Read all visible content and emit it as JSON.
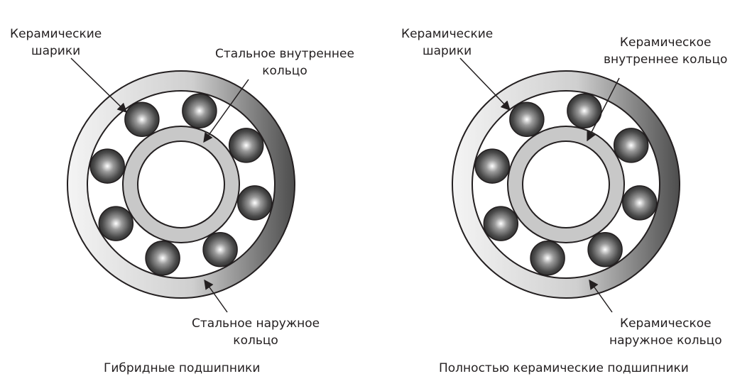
{
  "hybrid": {
    "label_balls": [
      "Керамические",
      "шарики"
    ],
    "label_inner_ring": [
      "Стальное внутреннее",
      "кольцо"
    ],
    "label_outer_ring": [
      "Стальное наружное",
      "кольцо"
    ],
    "caption": "Гибридные подшипники"
  },
  "ceramic": {
    "label_balls": [
      "Керамические",
      "шарики"
    ],
    "label_inner_ring": [
      "Керамическое",
      "внутреннее кольцо"
    ],
    "label_outer_ring": [
      "Керамическое",
      "наружное кольцо"
    ],
    "caption": "Полностью керамические подшипники"
  },
  "colors": {
    "outer_ring_light": "#f2f2f2",
    "outer_ring_dark": "#4d4d4d",
    "inner_ring": "#c8c8c8",
    "ball_light": "#ffffff",
    "ball_dark": "#3a3a3a",
    "stroke": "#231f20"
  }
}
